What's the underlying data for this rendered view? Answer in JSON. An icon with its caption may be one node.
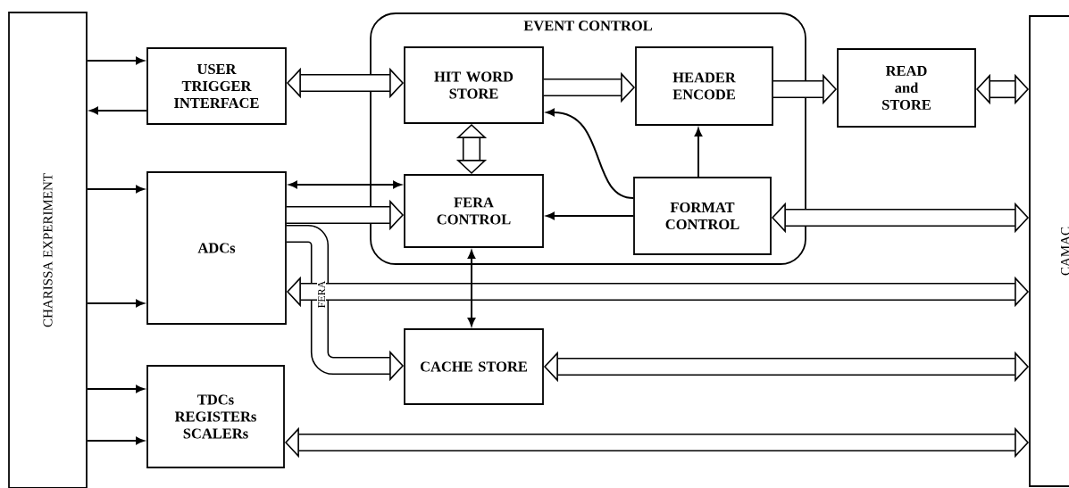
{
  "diagram": {
    "nodes": [
      {
        "text": [
          "CHARISSA EXPERIMENT"
        ]
      },
      {
        "text": [
          "USER TRIGGER INTERFACE"
        ]
      },
      {
        "text": [
          "EVENT CONTROL"
        ]
      },
      {
        "text": [
          "HIT WORD STORE"
        ],
        "in": 2
      },
      {
        "text": [
          "HEADER ENCODE"
        ],
        "in": 2
      },
      {
        "text": [
          "READ and STORE"
        ]
      },
      {
        "text": [
          "ADCs"
        ]
      },
      {
        "text": [
          "FERA CONTROL"
        ],
        "in": 2
      },
      {
        "text": [
          "FORMAT CONTROL"
        ],
        "in": 2
      },
      {
        "text": [
          "CACHE STORE"
        ]
      },
      {
        "text": [
          "TDCs REGISTERs SCALERs"
        ]
      },
      {
        "text": [
          "CAMAC"
        ]
      }
    ],
    "edges": [
      {
        "from": 0,
        "to": 1,
        "arrow": "to"
      },
      {
        "from": 1,
        "to": 0,
        "arrow": "to"
      },
      {
        "from": 1,
        "to": 3,
        "arrow": "both",
        "style": "thick"
      },
      {
        "from": 3,
        "to": 4,
        "arrow": "to",
        "style": "thick"
      },
      {
        "from": 4,
        "to": 5,
        "arrow": "to",
        "style": "thick"
      },
      {
        "from": 5,
        "to": 11,
        "arrow": "both",
        "style": "thick"
      },
      {
        "from": 3,
        "to": 7,
        "arrow": "both",
        "style": "thick"
      },
      {
        "from": 8,
        "to": 4,
        "arrow": "to"
      },
      {
        "from": 8,
        "to": 3,
        "arrow": "to"
      },
      {
        "from": 8,
        "to": 7,
        "arrow": "to"
      },
      {
        "from": 8,
        "to": 11,
        "arrow": "both",
        "style": "thick"
      },
      {
        "from": 0,
        "to": 6,
        "arrow": "to"
      },
      {
        "from": 0,
        "to": 6,
        "arrow": "to"
      },
      {
        "from": 6,
        "to": 7,
        "arrow": "both"
      },
      {
        "from": 6,
        "to": 7,
        "arrow": "to",
        "style": "thick"
      },
      {
        "from": 6,
        "to": 9,
        "arrow": "to",
        "style": "thick",
        "label": "FERA"
      },
      {
        "from": 6,
        "to": 11,
        "arrow": "both",
        "style": "thick"
      },
      {
        "from": 9,
        "to": 11,
        "arrow": "both",
        "style": "thick"
      },
      {
        "from": 10,
        "to": 11,
        "arrow": "both",
        "style": "thick"
      },
      {
        "from": 7,
        "to": 9,
        "arrow": "both"
      },
      {
        "from": 0,
        "to": 10,
        "arrow": "to"
      },
      {
        "from": 0,
        "to": 10,
        "arrow": "to"
      }
    ]
  }
}
